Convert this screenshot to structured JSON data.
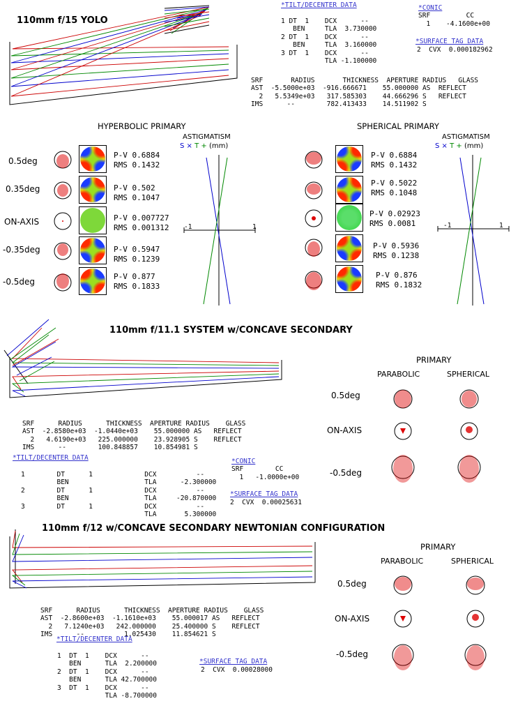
{
  "s1": {
    "title": "110mm f/15 YOLO",
    "tilt": {
      "head": "*TILT/DECENTER DATA",
      "lines": [
        "1 DT  1    DCX      --",
        "   BEN     TLA  3.730000",
        "2 DT  1    DCX      --",
        "   BEN     TLA  3.160000",
        "3 DT  1    DCX      --",
        "           TLA -1.100000"
      ]
    },
    "conic": {
      "head": "*CONIC",
      "lines": [
        "SRF         CC",
        "  1    -4.1600e+00"
      ]
    },
    "tag": {
      "head": "*SURFACE TAG DATA",
      "line": "2  CVX  0.000182962"
    },
    "table": [
      "SRF       RADIUS       THICKNESS  APERTURE RADIUS   GLASS",
      "AST  -5.5000e+03  -916.666671    55.000000 AS  REFLECT",
      "  2   5.5349e+03   317.585303    44.666296 S   REFLECT",
      "IMS      --        782.413433    14.511902 S"
    ]
  },
  "hyp": {
    "title": "HYPERBOLIC PRIMARY",
    "astig": "ASTIGMATISM",
    "legend_s": "S",
    "legend_x": "×",
    "legend_t": "T",
    "legend_p": "+",
    "unit": "(mm)",
    "axis_min": "-1",
    "axis_max": "1",
    "rows": [
      {
        "field": "0.5deg",
        "pv": "P-V 0.6884",
        "rms": "RMS 0.1432"
      },
      {
        "field": "0.35deg",
        "pv": "P-V 0.502",
        "rms": "RMS 0.1047"
      },
      {
        "field": "ON-AXIS",
        "pv": "P-V 0.007727",
        "rms": "RMS 0.001312"
      },
      {
        "field": "-0.35deg",
        "pv": "P-V 0.5947",
        "rms": "RMS 0.1239"
      },
      {
        "field": "-0.5deg",
        "pv": "P-V 0.877",
        "rms": "RMS 0.1833"
      }
    ]
  },
  "sph": {
    "title": "SPHERICAL PRIMARY",
    "astig": "ASTIGMATISM",
    "legend_s": "S",
    "legend_x": "×",
    "legend_t": "T",
    "legend_p": "+",
    "unit": "(mm)",
    "axis_min": "-1",
    "axis_max": "1",
    "rows": [
      {
        "pv": "P-V 0.6884",
        "rms": "RMS 0.1432"
      },
      {
        "pv": "P-V 0.5022",
        "rms": "RMS 0.1048"
      },
      {
        "pv": "P-V 0.02923",
        "rms": "RMS 0.0081"
      },
      {
        "pv": "P-V 0.5936",
        "rms": "RMS 0.1238"
      },
      {
        "pv": "P-V 0.876",
        "rms": "RMS 0.1832"
      }
    ]
  },
  "s2": {
    "title": "110mm f/11.1 SYSTEM w/CONCAVE SECONDARY",
    "table": [
      "SRF      RADIUS      THICKNESS  APERTURE RADIUS    GLASS",
      "AST  -2.8580e+03  -1.0440e+03    55.000000 AS   REFLECT",
      "  2   4.6190e+03   225.000000    23.928905 S    REFLECT",
      "IMS      --        100.848857    10.854981 S"
    ],
    "tilt": {
      "head": "*TILT/DECENTER DATA",
      "lines": [
        "1        DT      1             DCX          --",
        "         BEN                   TLA      -2.300000",
        "2        DT      1             DCX          --",
        "         BEN                   TLA     -20.870000",
        "3        DT      1             DCX          --",
        "                               TLA       5.300000"
      ]
    },
    "conic": {
      "head": "*CONIC",
      "lines": [
        "SRF        CC",
        "  1   -1.0000e+00"
      ]
    },
    "tag": {
      "head": "*SURFACE TAG DATA",
      "line": "2  CVX  0.00025631"
    },
    "primary": "PRIMARY",
    "parabolic": "PARABOLIC",
    "spherical": "SPHERICAL",
    "fields": [
      "0.5deg",
      "ON-AXIS",
      "-0.5deg"
    ]
  },
  "s3": {
    "title": "110mm f/12 w/CONCAVE SECONDARY NEWTONIAN CONFIGURATION",
    "table": [
      "SRF      RADIUS      THICKNESS  APERTURE RADIUS    GLASS",
      "AST  -2.8600e+03  -1.1610e+03    55.000017 AS   REFLECT",
      "  2   7.1240e+03   242.000000    25.400000 S    REFLECT",
      "IMS      --          1.025430    11.854621 S"
    ],
    "tilt": {
      "head": "*TILT/DECENTER DATA",
      "lines": [
        "1  DT  1    DCX      --",
        "   BEN      TLA  2.200000",
        "2  DT  1    DCX      --",
        "   BEN      TLA 42.700000",
        "3  DT  1    DCX      --",
        "            TLA -8.700000"
      ]
    },
    "tag": {
      "head": "*SURFACE TAG DATA",
      "line": "2  CVX  0.00028000"
    },
    "primary": "PRIMARY",
    "parabolic": "PARABOLIC",
    "spherical": "SPHERICAL",
    "fields": [
      "0.5deg",
      "ON-AXIS",
      "-0.5deg"
    ]
  }
}
